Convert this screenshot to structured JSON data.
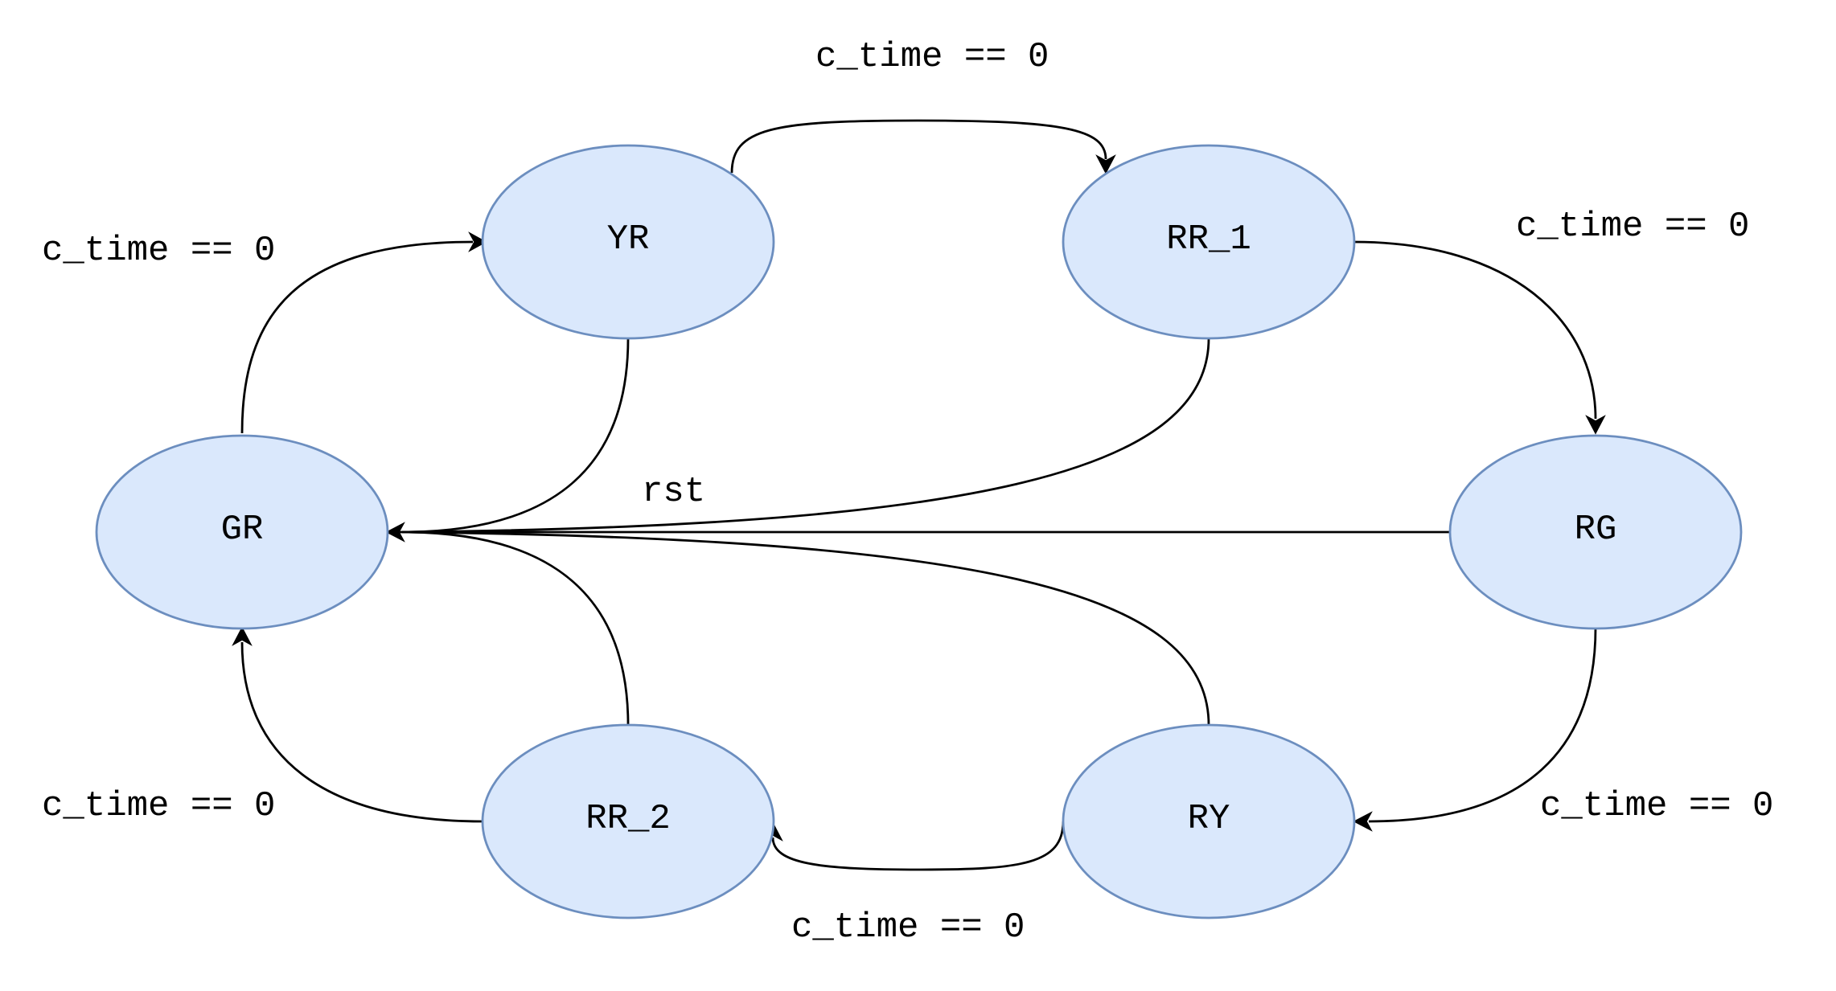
{
  "diagram": {
    "states": [
      {
        "id": "GR",
        "label": "GR"
      },
      {
        "id": "YR",
        "label": "YR"
      },
      {
        "id": "RR_1",
        "label": "RR_1"
      },
      {
        "id": "RG",
        "label": "RG"
      },
      {
        "id": "RY",
        "label": "RY"
      },
      {
        "id": "RR_2",
        "label": "RR_2"
      }
    ],
    "transitions": [
      {
        "from": "GR",
        "to": "YR",
        "label": "c_time == 0"
      },
      {
        "from": "YR",
        "to": "RR_1",
        "label": "c_time == 0"
      },
      {
        "from": "RR_1",
        "to": "RG",
        "label": "c_time == 0"
      },
      {
        "from": "RG",
        "to": "RY",
        "label": "c_time == 0"
      },
      {
        "from": "RY",
        "to": "RR_2",
        "label": "c_time == 0"
      },
      {
        "from": "RR_2",
        "to": "GR",
        "label": "c_time == 0"
      },
      {
        "from": "YR",
        "to": "GR",
        "label": ""
      },
      {
        "from": "RR_1",
        "to": "GR",
        "label": "rst"
      },
      {
        "from": "RG",
        "to": "GR",
        "label": ""
      },
      {
        "from": "RY",
        "to": "GR",
        "label": ""
      },
      {
        "from": "RR_2",
        "to": "GR",
        "label": ""
      }
    ],
    "colors": {
      "node_fill": "#dae8fc",
      "node_stroke": "#6c8ebf",
      "edge": "#000000",
      "text": "#000000"
    }
  }
}
